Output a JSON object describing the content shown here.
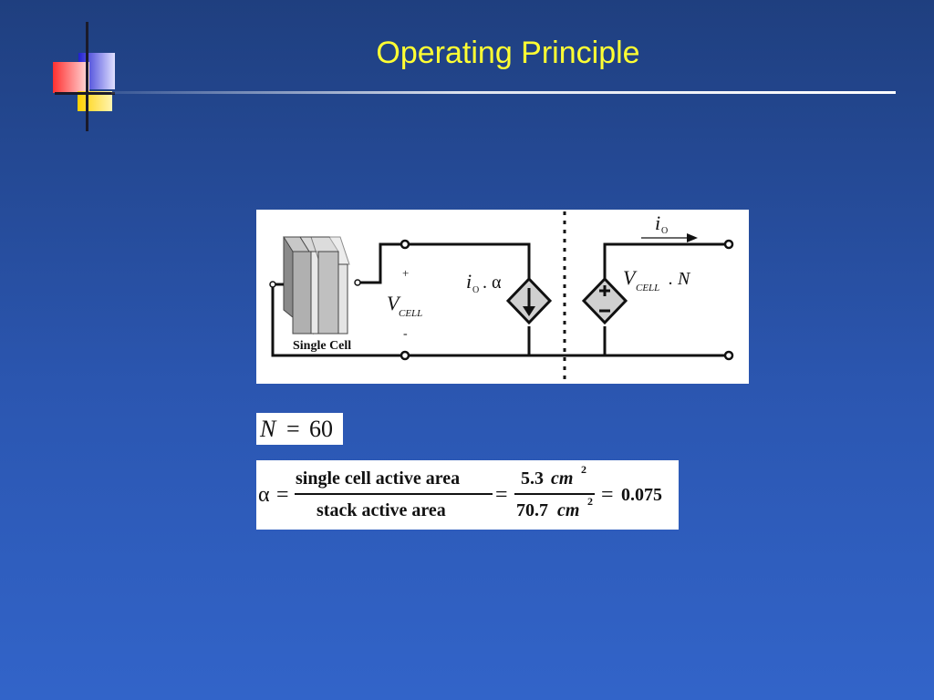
{
  "slide": {
    "title": "Operating Principle"
  },
  "circuit": {
    "cell_label": "Single Cell",
    "plus_sign": "+",
    "minus_sign": "-",
    "vcell_symbol": "V",
    "vcell_subscript": "CELL",
    "current_source_i": "i",
    "current_source_sub": "O",
    "current_source_rest": ". α",
    "voltage_source_v": "V",
    "voltage_source_sub": "CELL",
    "voltage_source_rest": ". N",
    "output_current_i": "i",
    "output_current_sub": "O"
  },
  "equation_n": {
    "lhs": "N",
    "eq": "=",
    "value": "60"
  },
  "equation_alpha": {
    "lhs": "α",
    "eq1": "=",
    "numerator": "single cell active area",
    "denominator": "stack active area",
    "eq2": "=",
    "num_value": "5.3",
    "num_unit": "cm",
    "num_exp": "2",
    "den_value": "70.7",
    "den_unit": "cm",
    "den_exp": "2",
    "eq3": "=",
    "result": "0.075"
  },
  "colors": {
    "title": "#ffff33",
    "background_top": "#1f3f7f",
    "background_bottom": "#3264c9"
  }
}
